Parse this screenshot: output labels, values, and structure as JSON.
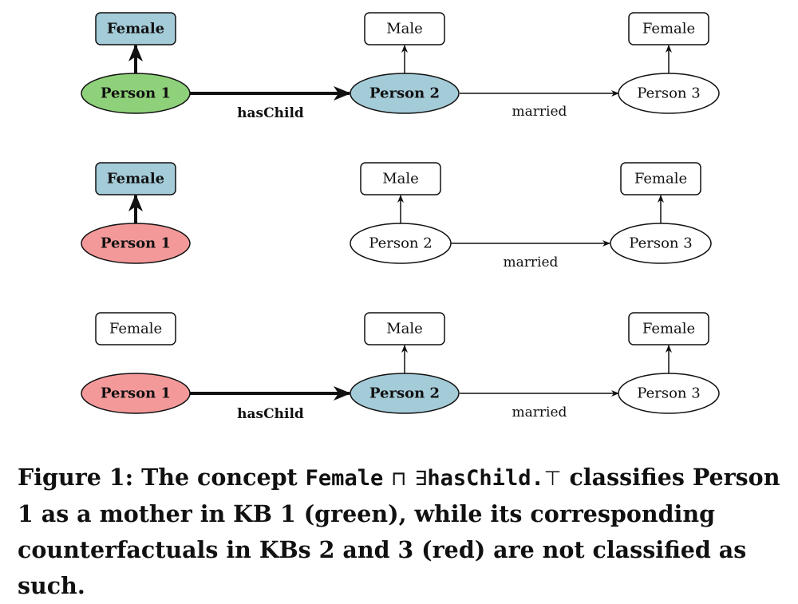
{
  "colors": {
    "green": "#8fd17a",
    "red": "#f4999a",
    "blue": "#a4cbd8",
    "white": "#ffffff",
    "stroke": "#111111"
  },
  "diagram": {
    "rows": [
      {
        "nodes": {
          "p1_type": "Female",
          "p1": "Person 1",
          "p2_type": "Male",
          "p2": "Person 2",
          "p3_type": "Female",
          "p3": "Person 3"
        },
        "edges": {
          "has_child": "hasChild",
          "married": "married"
        }
      },
      {
        "nodes": {
          "p1_type": "Female",
          "p1": "Person 1",
          "p2_type": "Male",
          "p2": "Person 2",
          "p3_type": "Female",
          "p3": "Person 3"
        },
        "edges": {
          "married": "married"
        }
      },
      {
        "nodes": {
          "p1_type": "Female",
          "p1": "Person 1",
          "p2_type": "Male",
          "p2": "Person 2",
          "p3_type": "Female",
          "p3": "Person 3"
        },
        "edges": {
          "has_child": "hasChild",
          "married": "married"
        }
      }
    ]
  },
  "caption": {
    "label": "Figure 1:",
    "text_1": "The concept",
    "concept_1": "Female",
    "op_and": "⊓",
    "op_exists": "∃",
    "concept_2": "hasChild",
    "dot": ".",
    "op_top": "⊤",
    "text_2": "classifies Person 1 as a mother in KB 1 (green), while its corresponding counterfactuals in KBs 2 and 3 (red) are not classified as such."
  }
}
